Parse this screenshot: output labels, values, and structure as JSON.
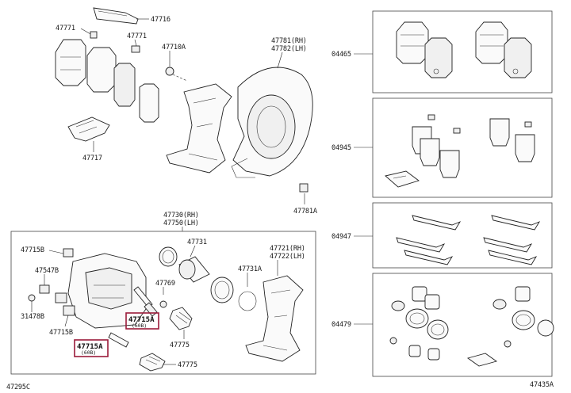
{
  "labels": {
    "p47716": "47716",
    "p47771a": "47771",
    "p47771b": "47771",
    "p47710A": "47710A",
    "p47781": "47781(RH)",
    "p47782": "47782(LH)",
    "p47717": "47717",
    "p47781A": "47781A",
    "p47730": "47730(RH)",
    "p47750": "47750(LH)",
    "p47731": "47731",
    "p47721": "47721(RH)",
    "p47722": "47722(LH)",
    "p47715B_top": "47715B",
    "p47547B": "47547B",
    "p47769": "47769",
    "p47731A": "47731A",
    "p47775a": "47775",
    "p47775b": "47775",
    "p31478B": "31478B",
    "p47715B_bot": "47715B",
    "p47715A_1": "47715A",
    "p47715A_1_sub": "(60B)",
    "p47715A_2": "47715A",
    "p47715A_2_sub": "(60B)",
    "p04465": "04465",
    "p04945": "04945",
    "p04947": "04947",
    "p04479": "04479",
    "fig_left": "47295C",
    "fig_right": "47435A"
  },
  "colors": {
    "highlight": "#9b1b3a",
    "line": "#222222"
  }
}
